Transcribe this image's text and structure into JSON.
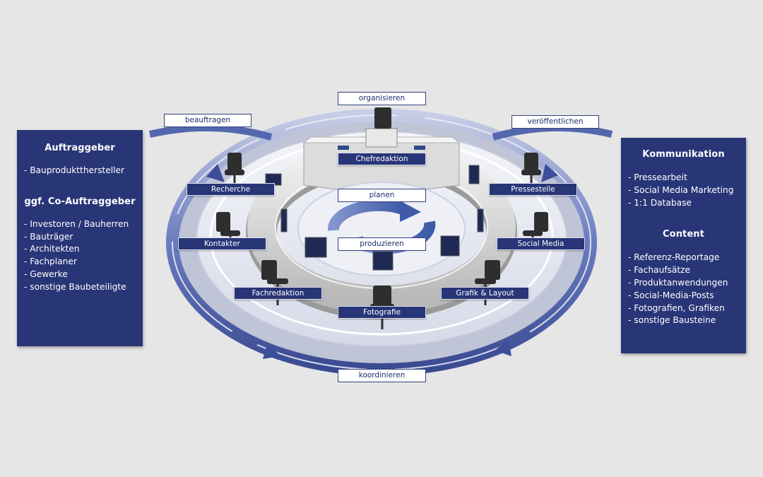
{
  "left_panel": {
    "title": "Auftraggeber",
    "items": [
      "- Bauproduktthersteller"
    ],
    "subtitle": "ggf. Co-Auftraggeber",
    "sub_items": [
      "- Investoren / Bauherren",
      "- Bauträger",
      "- Architekten",
      "- Fachplaner",
      "- Gewerke",
      "- sonstige Baubeteiligte"
    ]
  },
  "right_panel": {
    "title": "Kommunikation",
    "items": [
      "- Pressearbeit",
      "- Social Media Marketing",
      "- 1:1 Database"
    ],
    "subtitle": "Content",
    "sub_items": [
      "- Referenz-Reportage",
      "- Fachaufsätze",
      "- Produktanwendungen",
      "- Social-Media-Posts",
      "- Fotografien, Grafiken",
      "- sonstige Bausteine"
    ]
  },
  "process_labels": {
    "organisieren": "organisieren",
    "beauftragen": "beauftragen",
    "veroeffentlichen": "veröffentlichen",
    "planen": "planen",
    "produzieren": "produzieren",
    "koordinieren": "koordinieren"
  },
  "stations": {
    "chefredaktion": "Chefredaktion",
    "recherche": "Recherche",
    "pressestelle": "Pressestelle",
    "kontakter": "Kontakter",
    "social_media": "Social Media",
    "fachredaktion": "Fachredaktion",
    "grafik_layout": "Grafik & Layout",
    "fotografie": "Fotografie"
  },
  "colors": {
    "navy": "#283577",
    "ring_blue": "#4a5fa8",
    "background": "#e6e6e6"
  }
}
